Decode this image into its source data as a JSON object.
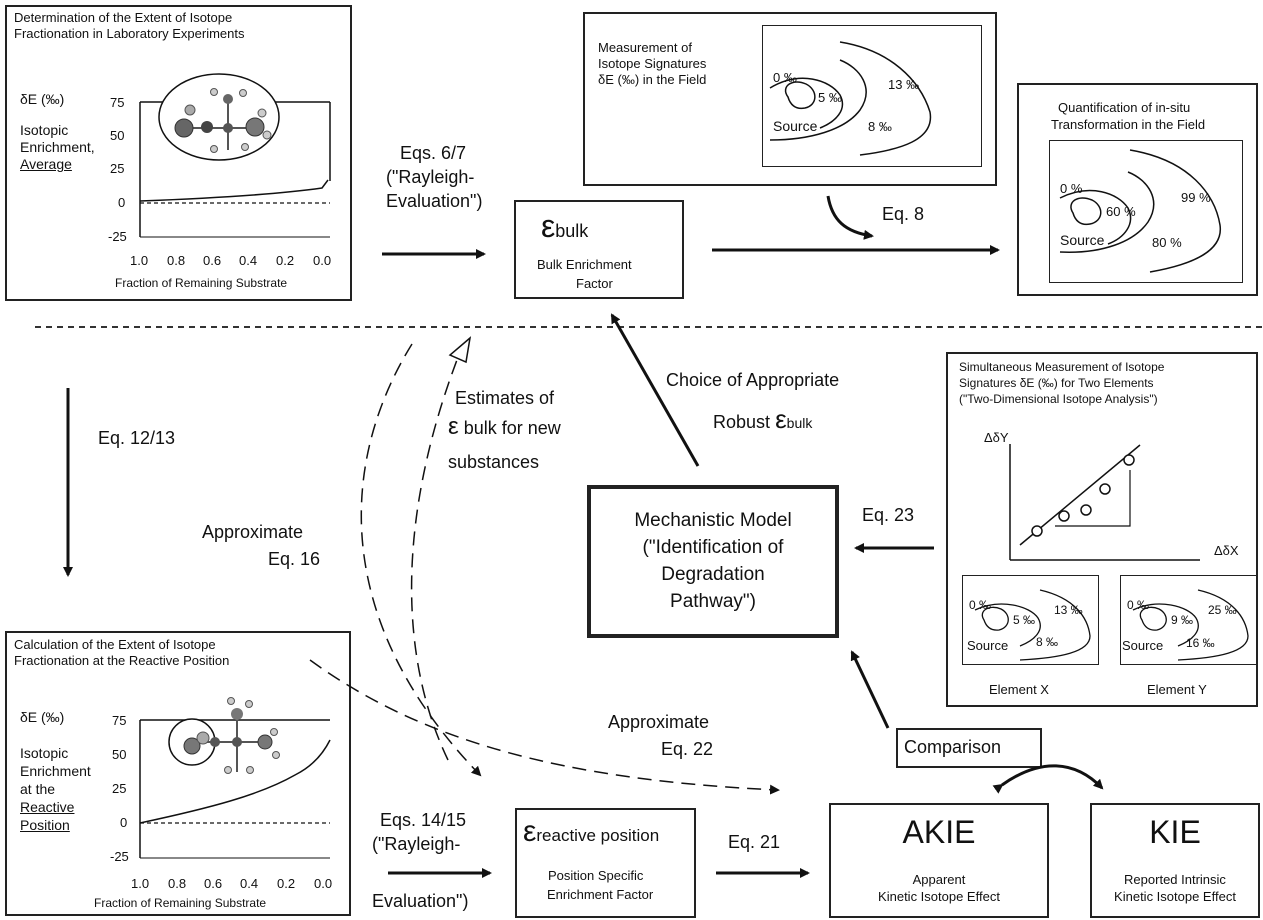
{
  "panel_lab": {
    "title_l1": "Determination of the Extent of Isotope",
    "title_l2": "Fractionation in Laboratory Experiments",
    "ylabel": "δE (‰)",
    "desc_l1": "Isotopic",
    "desc_l2": "Enrichment,",
    "desc_l3": "Average",
    "yticks": [
      "75",
      "50",
      "25",
      "0",
      "-25"
    ],
    "xticks": [
      "1.0",
      "0.8",
      "0.6",
      "0.4",
      "0.2",
      "0.0"
    ],
    "xlabel": "Fraction of Remaining Substrate"
  },
  "panel_reactive": {
    "title_l1": "Calculation of the Extent of Isotope",
    "title_l2": "Fractionation at the Reactive Position",
    "ylabel": "δE (‰)",
    "desc_l1": "Isotopic",
    "desc_l2": "Enrichment",
    "desc_l3": "at the",
    "desc_l4": "Reactive",
    "desc_l5": "Position",
    "yticks": [
      "75",
      "50",
      "25",
      "0",
      "-25"
    ],
    "xticks": [
      "1.0",
      "0.8",
      "0.6",
      "0.4",
      "0.2",
      "0.0"
    ],
    "xlabel": "Fraction of Remaining Substrate"
  },
  "field_measure": {
    "title_l1": "Measurement of",
    "title_l2": "Isotope Signatures",
    "title_l3": "δE (‰) in the Field",
    "c0": "0 ‰",
    "c5": "5 ‰",
    "c13": "13 ‰",
    "c8": "8 ‰",
    "source": "Source"
  },
  "field_quant": {
    "title_l1": "Quantification of in-situ",
    "title_l2": "Transformation in the Field",
    "c0": "0 %",
    "c60": "60 %",
    "c99": "99 %",
    "c80": "80 %",
    "source": "Source"
  },
  "two_d": {
    "title_l1": "Simultaneous Measurement of Isotope",
    "title_l2": "Signatures δE (‰) for Two Elements",
    "title_l3": "(\"Two-Dimensional Isotope Analysis\")",
    "yaxis": "ΔδY",
    "xaxis": "ΔδX",
    "x_map": {
      "c0": "0 ‰",
      "c5": "5 ‰",
      "c13": "13 ‰",
      "c8": "8 ‰",
      "source": "Source"
    },
    "y_map": {
      "c0": "0 ‰",
      "c9": "9 ‰",
      "c25": "25 ‰",
      "c16": "16 ‰",
      "source": "Source"
    },
    "label_x": "Element X",
    "label_y": "Element Y"
  },
  "bulk": {
    "symbol": "ε",
    "sub": "bulk",
    "l1": "Bulk Enrichment",
    "l2": "Factor"
  },
  "reactive": {
    "symbol": "ε",
    "sub": "reactive position",
    "l1": "Position Specific",
    "l2": "Enrichment Factor"
  },
  "model": {
    "l1": "Mechanistic Model",
    "l2": "(\"Identification of",
    "l3": "Degradation",
    "l4": "Pathway\")"
  },
  "akie": {
    "title": "AKIE",
    "l1": "Apparent",
    "l2": "Kinetic Isotope Effect"
  },
  "kie": {
    "title": "KIE",
    "l1": "Reported Intrinsic",
    "l2": "Kinetic Isotope Effect"
  },
  "labels": {
    "eq67_l1": "Eqs. 6/7",
    "eq67_l2": "(\"Rayleigh-",
    "eq67_l3": "Evaluation\")",
    "eq8": "Eq. 8",
    "eq1213": "Eq. 12/13",
    "approx16_l1": "Approximate",
    "approx16_l2": "Eq. 16",
    "estimates_l1": "Estimates of",
    "estimates_eps": "ε",
    "estimates_sub": "bulk",
    "estimates_l2": "for new",
    "estimates_l3": "substances",
    "choice_l1": "Choice of Appropriate",
    "choice_l2": "Robust",
    "choice_eps": "ε",
    "choice_sub": "bulk",
    "eq23": "Eq. 23",
    "approx22_l1": "Approximate",
    "approx22_l2": "Eq. 22",
    "eq1415_l1": "Eqs. 14/15",
    "eq1415_l2": "(\"Rayleigh-",
    "eq1415_l3": "Evaluation\")",
    "eq21": "Eq. 21",
    "comparison": "Comparison"
  }
}
